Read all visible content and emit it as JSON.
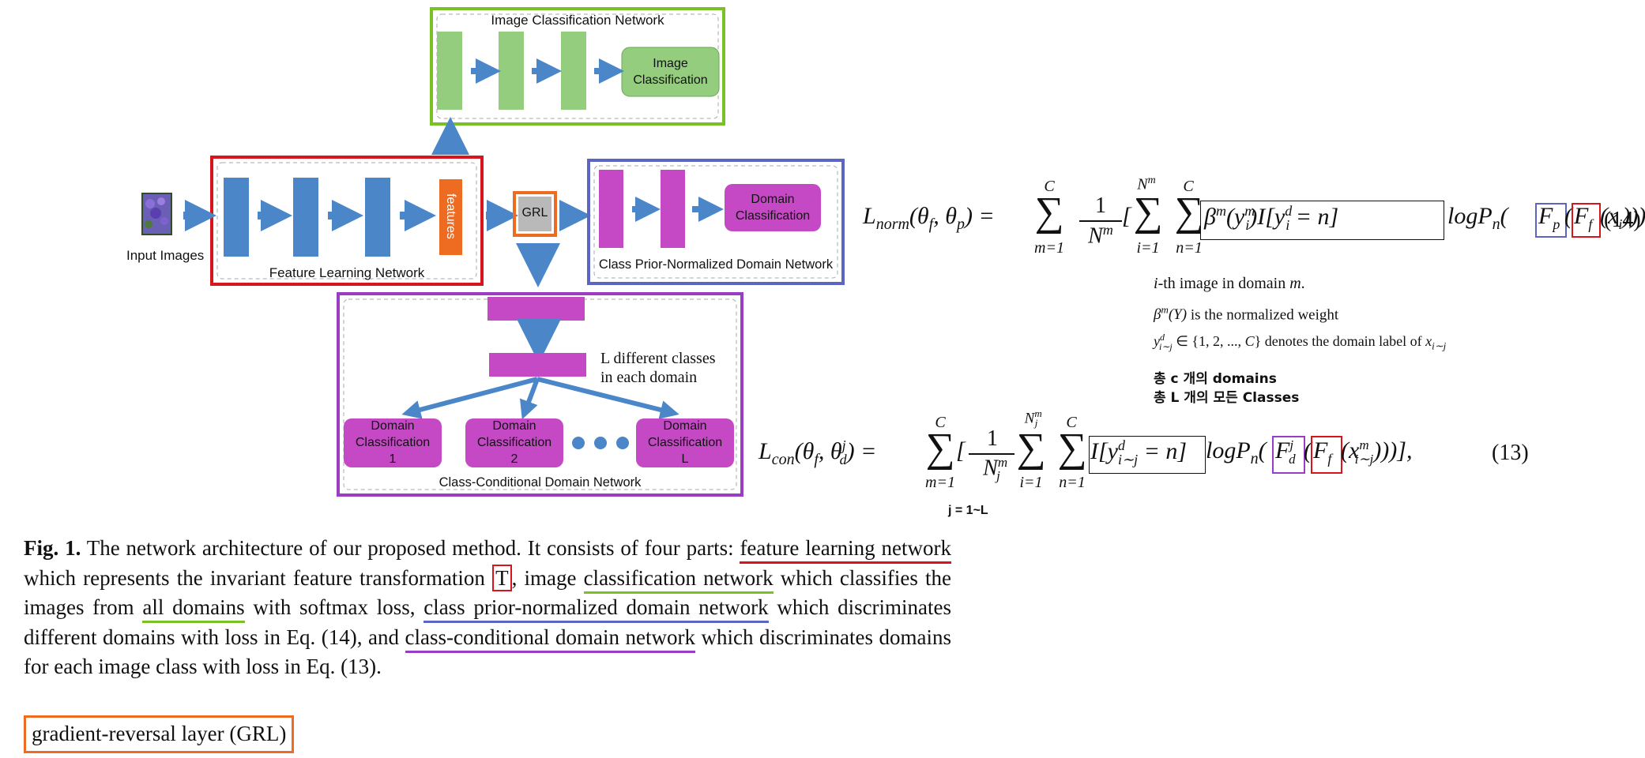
{
  "figure": {
    "input_label": "Input Images",
    "image_classification_network": {
      "title": "Image Classification Network",
      "head_label": "Image Classification"
    },
    "feature_learning_network": {
      "title": "Feature Learning Network",
      "features_label": "features"
    },
    "grl_label": "GRL",
    "class_prior_network": {
      "title": "Class Prior-Normalized Domain Network",
      "head_label": "Domain Classification"
    },
    "class_conditional_network": {
      "title": "Class-Conditional Domain Network",
      "annotation_line1": "L different classes",
      "annotation_line2": "in each domain",
      "heads": [
        {
          "label": "Domain Classification",
          "index": "1"
        },
        {
          "label": "Domain Classification",
          "index": "2"
        },
        {
          "label": "Domain Classification",
          "index": "L"
        }
      ]
    }
  },
  "equations": {
    "eq14_number": "(14)",
    "eq13_number": "(13)",
    "note_line1": "i-th image in domain m.",
    "note_line2": "β^m(Y) is the normalized weight",
    "note_line3": "y^d_{i∼j} ∈ {1, 2, ..., C} denotes the domain label of x_{i∼j}",
    "korean_line1": "총 c 개의 domains",
    "korean_line2": "총 L 개의 모든 Classes",
    "j_range": "j = 1~L"
  },
  "caption": {
    "fig_label": "Fig. 1.",
    "intro": "The network architecture of our proposed method. It consists of four parts:",
    "feature_learning": "feature learning network",
    "text_a": "which represents the invariant feature transformation",
    "t_symbol": "T",
    "text_b": ", image",
    "image_classification": "classification network",
    "text_c": "which classifies the images from",
    "all_domains": "all domains",
    "text_d": "with softmax loss,",
    "class_prior": "class prior-normalized domain network",
    "text_e": "which discriminates different domains with loss in Eq. (14), and",
    "class_conditional": "class-conditional domain network",
    "text_f": "which discriminates domains for each image class with loss in Eq. (13).",
    "grl_note": "gradient-reversal layer (GRL)"
  },
  "colors": {
    "blue_block": "#4a86c8",
    "green_block": "#93cd7d",
    "magenta_block": "#c548c5",
    "orange": "#ee6b22",
    "red_frame": "#d8141c",
    "green_frame": "#79c125",
    "blue_frame": "#5b66c2",
    "purple_frame": "#9a3cc4"
  }
}
